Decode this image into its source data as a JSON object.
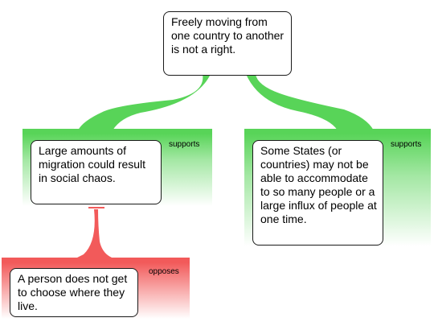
{
  "nodes": {
    "claim": {
      "text": "Freely moving from one country to another is not a right."
    },
    "support_1": {
      "text": "Large amounts of migration could result in social chaos.",
      "relation": "supports"
    },
    "support_2": {
      "text": "Some States (or countries) may not be able to accommodate to so many people or a large influx of people at one time.",
      "relation": "supports"
    },
    "objection_1": {
      "text": "A person does not get to choose where they live.",
      "relation": "opposes"
    }
  },
  "colors": {
    "supports": "#58d458",
    "opposes": "#f25a5a",
    "box_border": "#1a1a1a"
  }
}
